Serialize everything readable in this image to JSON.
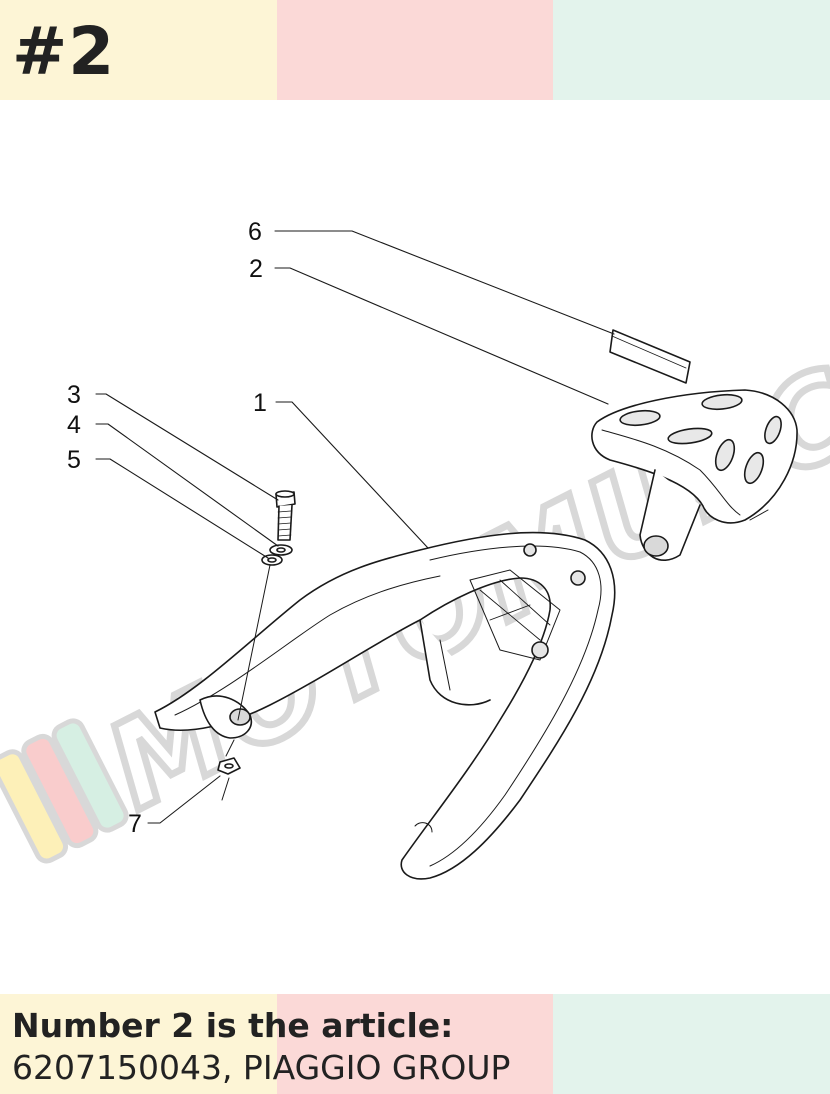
{
  "header": {
    "badge": "#2",
    "band_colors": [
      "#fdf5d6",
      "#fbd9d7",
      "#e3f3ec"
    ]
  },
  "watermark": {
    "text": "MOTOMURCIA",
    "color": "#d8d8d8"
  },
  "diagram": {
    "callouts": [
      "1",
      "2",
      "3",
      "4",
      "5",
      "6",
      "7"
    ]
  },
  "footer": {
    "line1": "Number 2 is the article:",
    "line2": "6207150043, PIAGGIO GROUP",
    "band_colors": [
      "#fdf5d6",
      "#fbd9d7",
      "#e3f3ec"
    ]
  }
}
